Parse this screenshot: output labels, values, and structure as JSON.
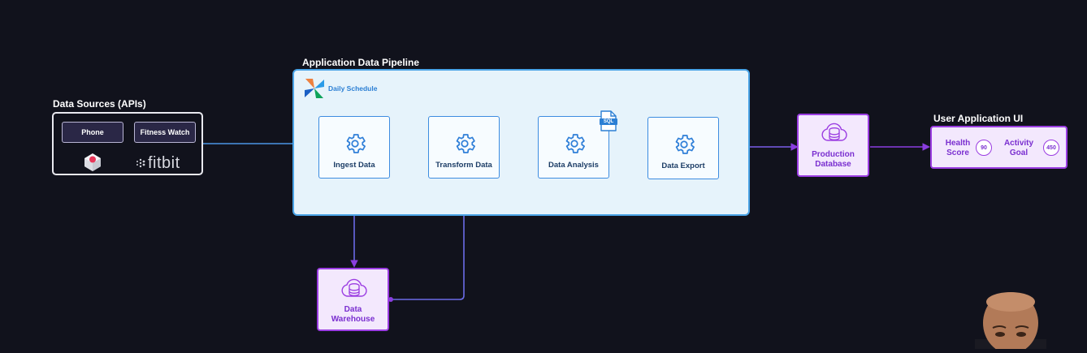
{
  "sources": {
    "title": "Data Sources (APIs)",
    "buttons": [
      "Phone",
      "Fitness Watch"
    ],
    "fitbit_logo": "fitbit",
    "health_app_icon": "health-app-icon"
  },
  "pipeline": {
    "title": "Application Data Pipeline",
    "schedule_label": "Daily Schedule",
    "logo_icon": "pinwheel-icon",
    "tasks": [
      "Ingest Data",
      "Transform Data",
      "Data Analysis",
      "Data Export"
    ],
    "sql_badge": "SQL"
  },
  "warehouse": {
    "line1": "Data",
    "line2": "Warehouse"
  },
  "production_db": {
    "line1": "Production",
    "line2": "Database"
  },
  "user_ui": {
    "title": "User Application UI",
    "health": {
      "line1": "Health",
      "line2": "Score",
      "value": "90"
    },
    "activity": {
      "line1": "Activity",
      "line2": "Goal",
      "value": "450"
    }
  },
  "colors": {
    "background": "#11121c",
    "pipeline_accent": "#3d8ce0",
    "pipeline_fill": "#e6f3fb",
    "db_accent": "#9b3de2",
    "db_fill": "#f3e8fd"
  }
}
